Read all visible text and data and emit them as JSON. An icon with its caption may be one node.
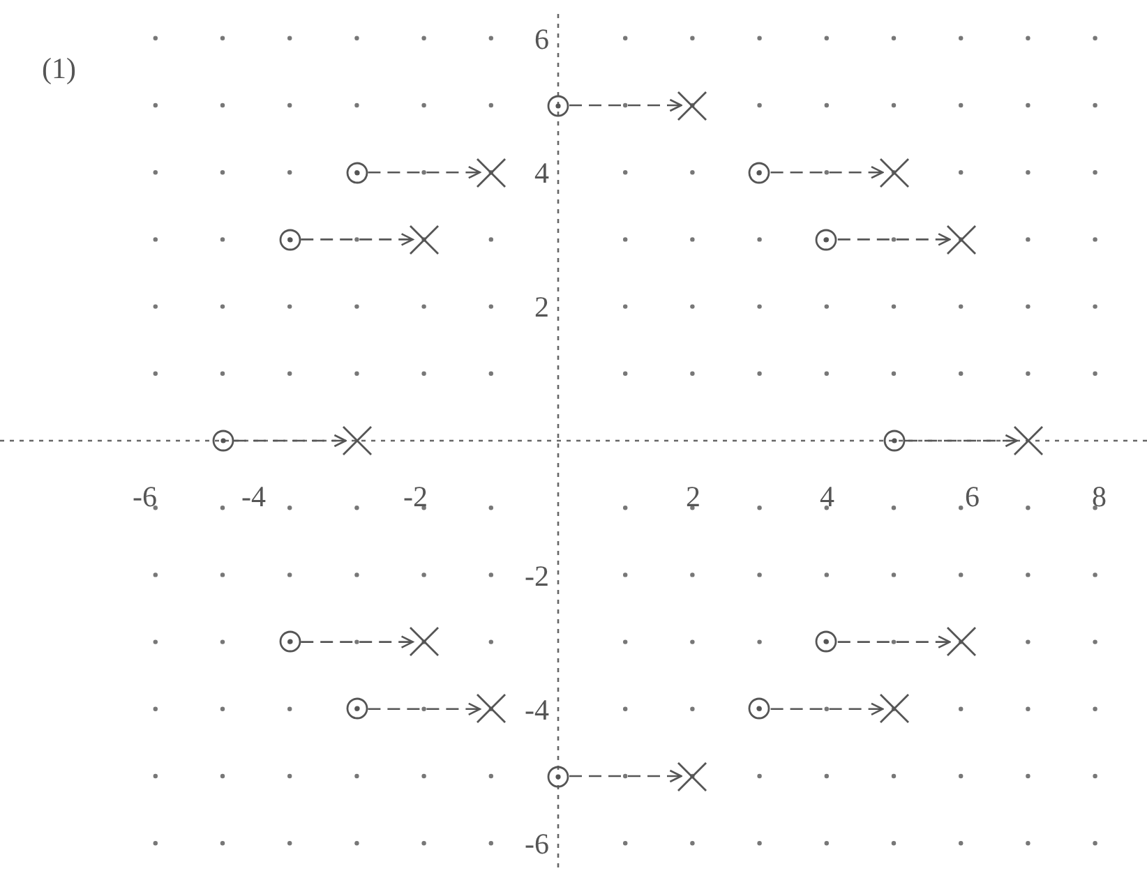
{
  "diagram": {
    "nodes": [
      {
        "text": [],
        "shape": "circle"
      },
      {
        "text": [],
        "shape": "cross"
      },
      {
        "text": [],
        "shape": "circle"
      },
      {
        "text": [],
        "shape": "cross"
      },
      {
        "text": [],
        "shape": "circle"
      },
      {
        "text": [],
        "shape": "cross"
      },
      {
        "text": [],
        "shape": "circle"
      },
      {
        "text": [],
        "shape": "cross"
      },
      {
        "text": [],
        "shape": "circle"
      },
      {
        "text": [],
        "shape": "cross"
      },
      {
        "text": [],
        "shape": "circle"
      },
      {
        "text": [],
        "shape": "cross"
      },
      {
        "text": [],
        "shape": "circle"
      },
      {
        "text": [],
        "shape": "cross"
      },
      {
        "text": [],
        "shape": "circle"
      },
      {
        "text": [],
        "shape": "cross"
      },
      {
        "text": [],
        "shape": "circle"
      },
      {
        "text": [],
        "shape": "cross"
      },
      {
        "text": [],
        "shape": "circle"
      },
      {
        "text": [],
        "shape": "cross"
      },
      {
        "text": [],
        "shape": "circle"
      },
      {
        "text": [],
        "shape": "cross"
      },
      {
        "text": [],
        "shape": "circle"
      },
      {
        "text": [],
        "shape": "cross"
      }
    ],
    "edges": [
      {
        "from": 0,
        "to": 1,
        "arrow": "to"
      },
      {
        "from": 2,
        "to": 3,
        "arrow": "to"
      },
      {
        "from": 4,
        "to": 5,
        "arrow": "to"
      },
      {
        "from": 6,
        "to": 7,
        "arrow": "to"
      },
      {
        "from": 8,
        "to": 9,
        "arrow": "to"
      },
      {
        "from": 10,
        "to": 11,
        "arrow": "to"
      },
      {
        "from": 12,
        "to": 13,
        "arrow": "to"
      },
      {
        "from": 14,
        "to": 15,
        "arrow": "to"
      },
      {
        "from": 16,
        "to": 17,
        "arrow": "to"
      },
      {
        "from": 18,
        "to": 19,
        "arrow": "to"
      },
      {
        "from": 20,
        "to": 21,
        "arrow": "to"
      },
      {
        "from": 22,
        "to": 23,
        "arrow": "to"
      }
    ],
    "labels": [
      "(1)",
      "6",
      "4",
      "2",
      "-6",
      "-4",
      "-2",
      "2",
      "4",
      "6",
      "8",
      "-2",
      "-4",
      "-6"
    ]
  }
}
